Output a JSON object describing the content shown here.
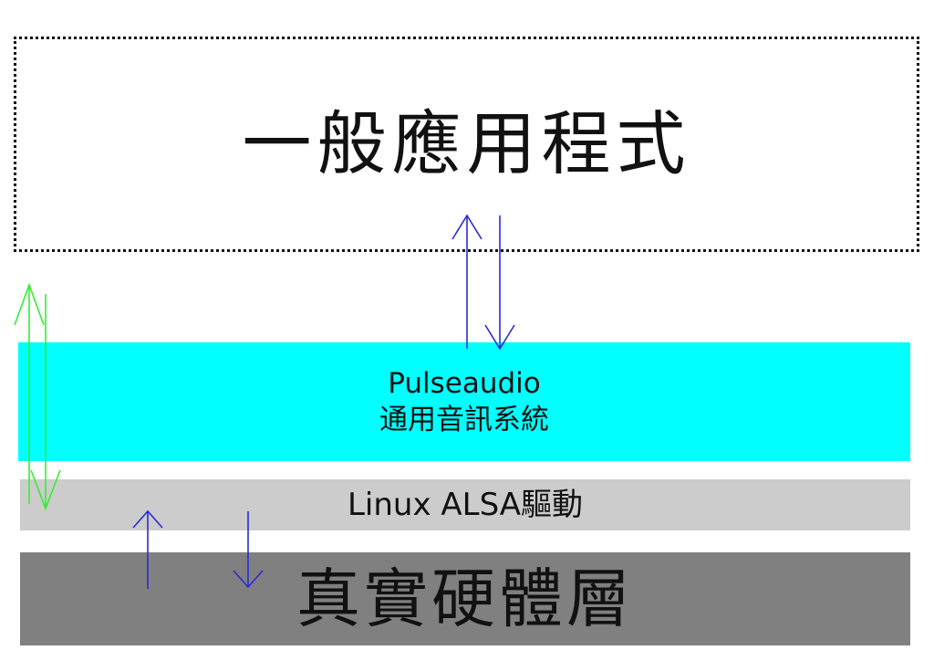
{
  "colors": {
    "pulseaudio_fill": "#00ffff",
    "alsa_fill": "#cccccc",
    "hardware_fill": "#808080",
    "blue_arrow": "#2b2bd6",
    "green_arrow": "#33ee33",
    "border": "#111111"
  },
  "layers": {
    "application": {
      "label": "一般應用程式"
    },
    "pulseaudio": {
      "line1": "Pulseaudio",
      "line2": "通用音訊系統"
    },
    "alsa": {
      "label": "Linux ALSA驅動"
    },
    "hardware": {
      "label": "真實硬體層"
    }
  },
  "arrows": [
    {
      "from": "pulseaudio",
      "to": "application",
      "color": "blue",
      "direction": "up"
    },
    {
      "from": "application",
      "to": "pulseaudio",
      "color": "blue",
      "direction": "down"
    },
    {
      "from": "alsa",
      "to": "application",
      "color": "green",
      "direction": "up"
    },
    {
      "from": "application",
      "to": "alsa",
      "color": "green",
      "direction": "down"
    },
    {
      "from": "hardware",
      "to": "alsa",
      "color": "blue",
      "direction": "up"
    },
    {
      "from": "alsa",
      "to": "hardware",
      "color": "blue",
      "direction": "down"
    }
  ]
}
